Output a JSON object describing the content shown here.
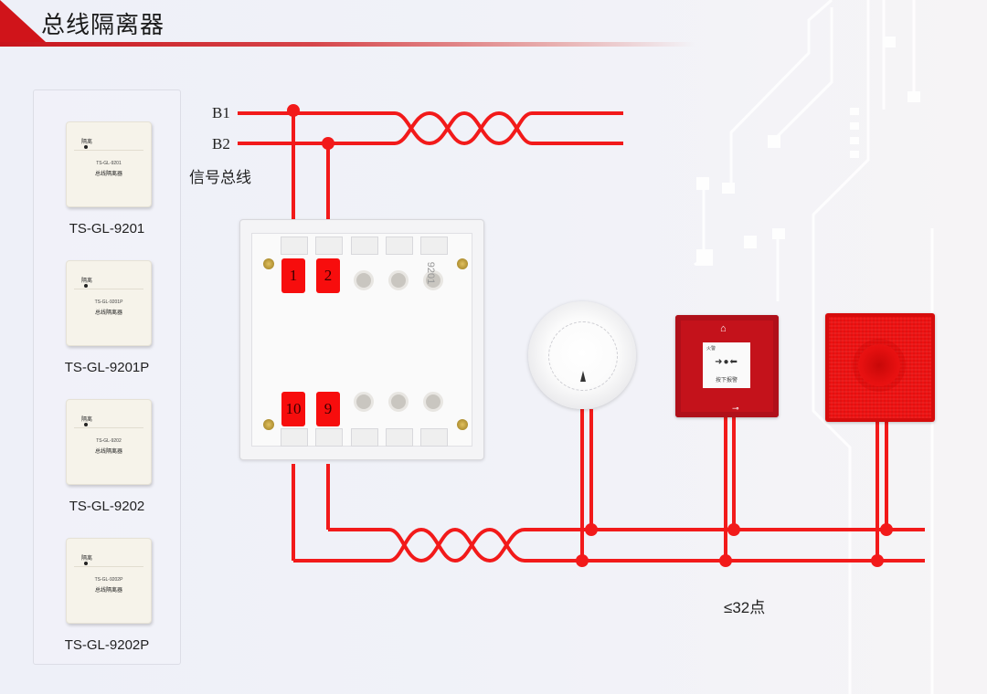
{
  "header": {
    "title": "总线隔离器",
    "accent_color": "#d0141a"
  },
  "products": [
    {
      "model": "TS-GL-9201",
      "face_model": "TS-GL-9201",
      "face_name": "总线隔离器",
      "face_led_label": "隔离"
    },
    {
      "model": "TS-GL-9201P",
      "face_model": "TS-GL-9201P",
      "face_name": "总线隔离器",
      "face_led_label": "隔离"
    },
    {
      "model": "TS-GL-9202",
      "face_model": "TS-GL-9202",
      "face_name": "总线隔离器",
      "face_led_label": "隔离"
    },
    {
      "model": "TS-GL-9202P",
      "face_model": "TS-GL-9202P",
      "face_name": "总线隔离器",
      "face_led_label": "隔离"
    }
  ],
  "diagram": {
    "bus_labels": {
      "b1": "B1",
      "b2": "B2",
      "signal_bus": "信号总线"
    },
    "base": {
      "code": "9201",
      "terminals": [
        "1",
        "2",
        "10",
        "9"
      ]
    },
    "devices": [
      {
        "type": "smoke-detector"
      },
      {
        "type": "manual-call-point",
        "label": "按下报警",
        "top_label": "火警"
      },
      {
        "type": "sounder-strobe"
      }
    ],
    "capacity_note": "≤32点",
    "wire_color": "#f21a1a"
  }
}
